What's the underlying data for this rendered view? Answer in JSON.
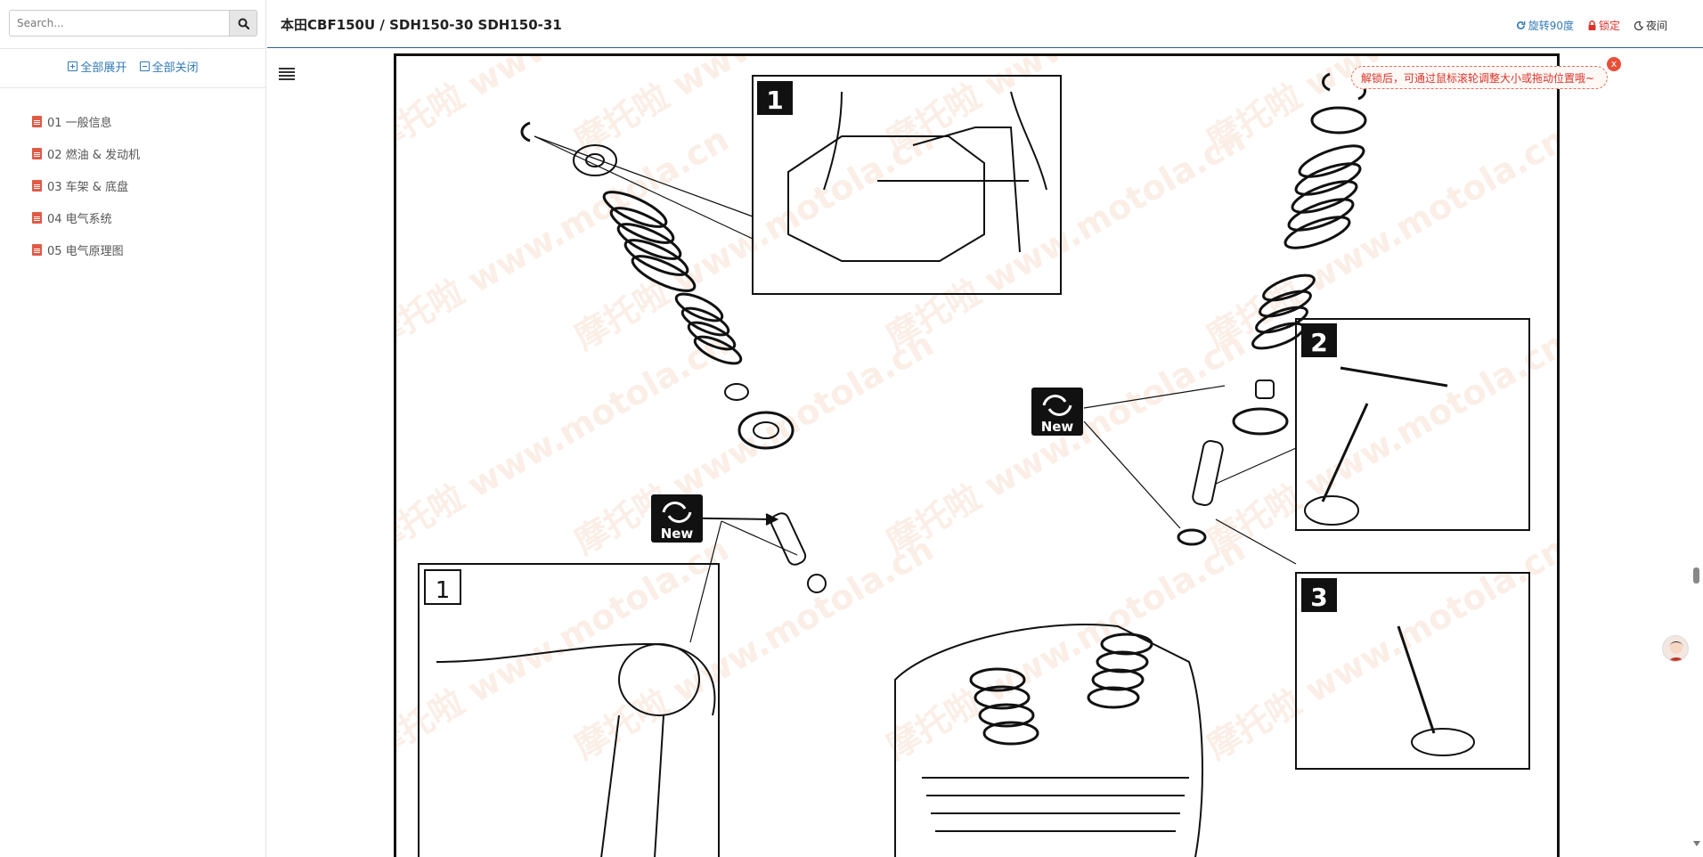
{
  "search": {
    "placeholder": "Search..."
  },
  "tree_controls": {
    "expand_all": "全部展开",
    "collapse_all": "全部关闭"
  },
  "tree": {
    "items": [
      {
        "label": "01 一般信息"
      },
      {
        "label": "02 燃油 & 发动机"
      },
      {
        "label": "03 车架 & 底盘"
      },
      {
        "label": "04 电气系统"
      },
      {
        "label": "05 电气原理图"
      }
    ]
  },
  "header": {
    "title": "本田CBF150U / SDH150-30 SDH150-31",
    "rotate_label": "旋转90度",
    "lock_label": "锁定",
    "night_label": "夜间"
  },
  "tooltip": {
    "text": "解锁后，可通过鼠标滚轮调整大小或拖动位置哦~",
    "close": "x"
  },
  "figure": {
    "watermark": "摩托啦 www.motola.cn",
    "callouts": [
      "1",
      "1",
      "2",
      "3"
    ],
    "new_badge": "New"
  },
  "colors": {
    "accent": "#337ab7",
    "lock": "#d9332b",
    "header_border": "#2f5f8a"
  }
}
